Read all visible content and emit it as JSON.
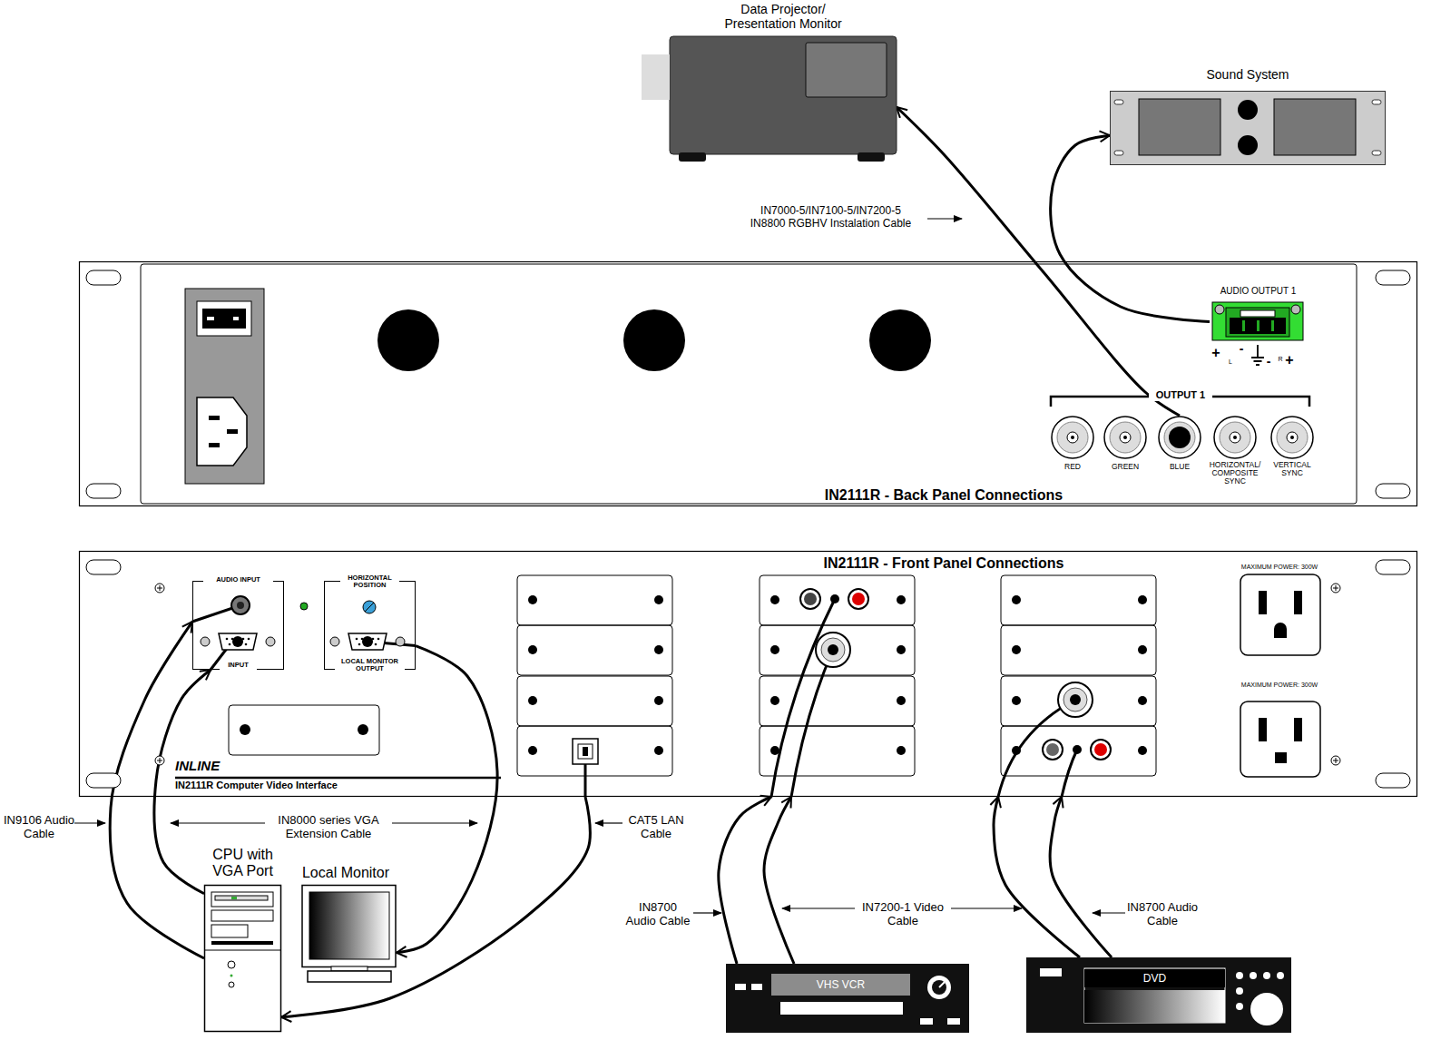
{
  "diagram": {
    "nodes": [
      {
        "text": [
          "Data Projector/ Presentation Monitor"
        ]
      },
      {
        "text": [
          "Sound System"
        ]
      },
      {
        "text": [
          "IN2111R - Back Panel Connections"
        ]
      },
      {
        "text": [
          "AUDIO OUTPUT 1"
        ],
        "in": 2
      },
      {
        "text": [
          "RED"
        ],
        "in": 2
      },
      {
        "text": [
          "GREEN"
        ],
        "in": 2
      },
      {
        "text": [
          "BLUE"
        ],
        "in": 2
      },
      {
        "text": [
          "HORIZONTAL/ COMPOSITE SYNC"
        ],
        "in": 2
      },
      {
        "text": [
          "VERTICAL SYNC"
        ],
        "in": 2
      },
      {
        "text": [
          "IN2111R - Front Panel Connections"
        ]
      },
      {
        "text": [
          "AUDIO INPUT",
          "INPUT"
        ],
        "in": 9
      },
      {
        "text": [
          "HORIZONTAL POSITION",
          "LOCAL MONITOR OUTPUT"
        ],
        "in": 9
      },
      {
        "text": [
          "CPU with VGA Port"
        ]
      },
      {
        "text": [
          "Local Monitor"
        ]
      },
      {
        "text": [
          "VHS VCR"
        ]
      },
      {
        "text": [
          "DVD"
        ]
      }
    ],
    "edges": [
      {
        "from": 6,
        "to": 0,
        "arrow": "to"
      },
      {
        "from": 3,
        "to": 1,
        "arrow": "to"
      },
      {
        "from": 12,
        "to": 10,
        "arrow": "to"
      },
      {
        "from": 12,
        "to": 10,
        "arrow": "to"
      },
      {
        "from": 11,
        "to": 13,
        "arrow": "to"
      },
      {
        "from": 9,
        "to": 12,
        "arrow": "to"
      },
      {
        "from": 14,
        "to": 9,
        "arrow": "to"
      },
      {
        "from": 14,
        "to": 9,
        "arrow": "to"
      },
      {
        "from": 15,
        "to": 9,
        "arrow": "to"
      },
      {
        "from": 15,
        "to": 9,
        "arrow": "to"
      }
    ],
    "labels": [
      "IN7000-5/IN7100-5/IN7200-5 IN8800 RGBHV Instalation Cable",
      "OUTPUT 1",
      "+",
      "L",
      "-",
      "-",
      "R",
      "+",
      "MAXIMUM POWER: 300W",
      "MAXIMUM POWER: 300W",
      "INLINE",
      "IN2111R Computer Video Interface",
      "IN9106 Audio Cable",
      "IN8000 series VGA Extension Cable",
      "CAT5 LAN Cable",
      "IN8700 Audio Cable",
      "IN7200-1 Video Cable",
      "IN8700 Audio Cable"
    ]
  }
}
